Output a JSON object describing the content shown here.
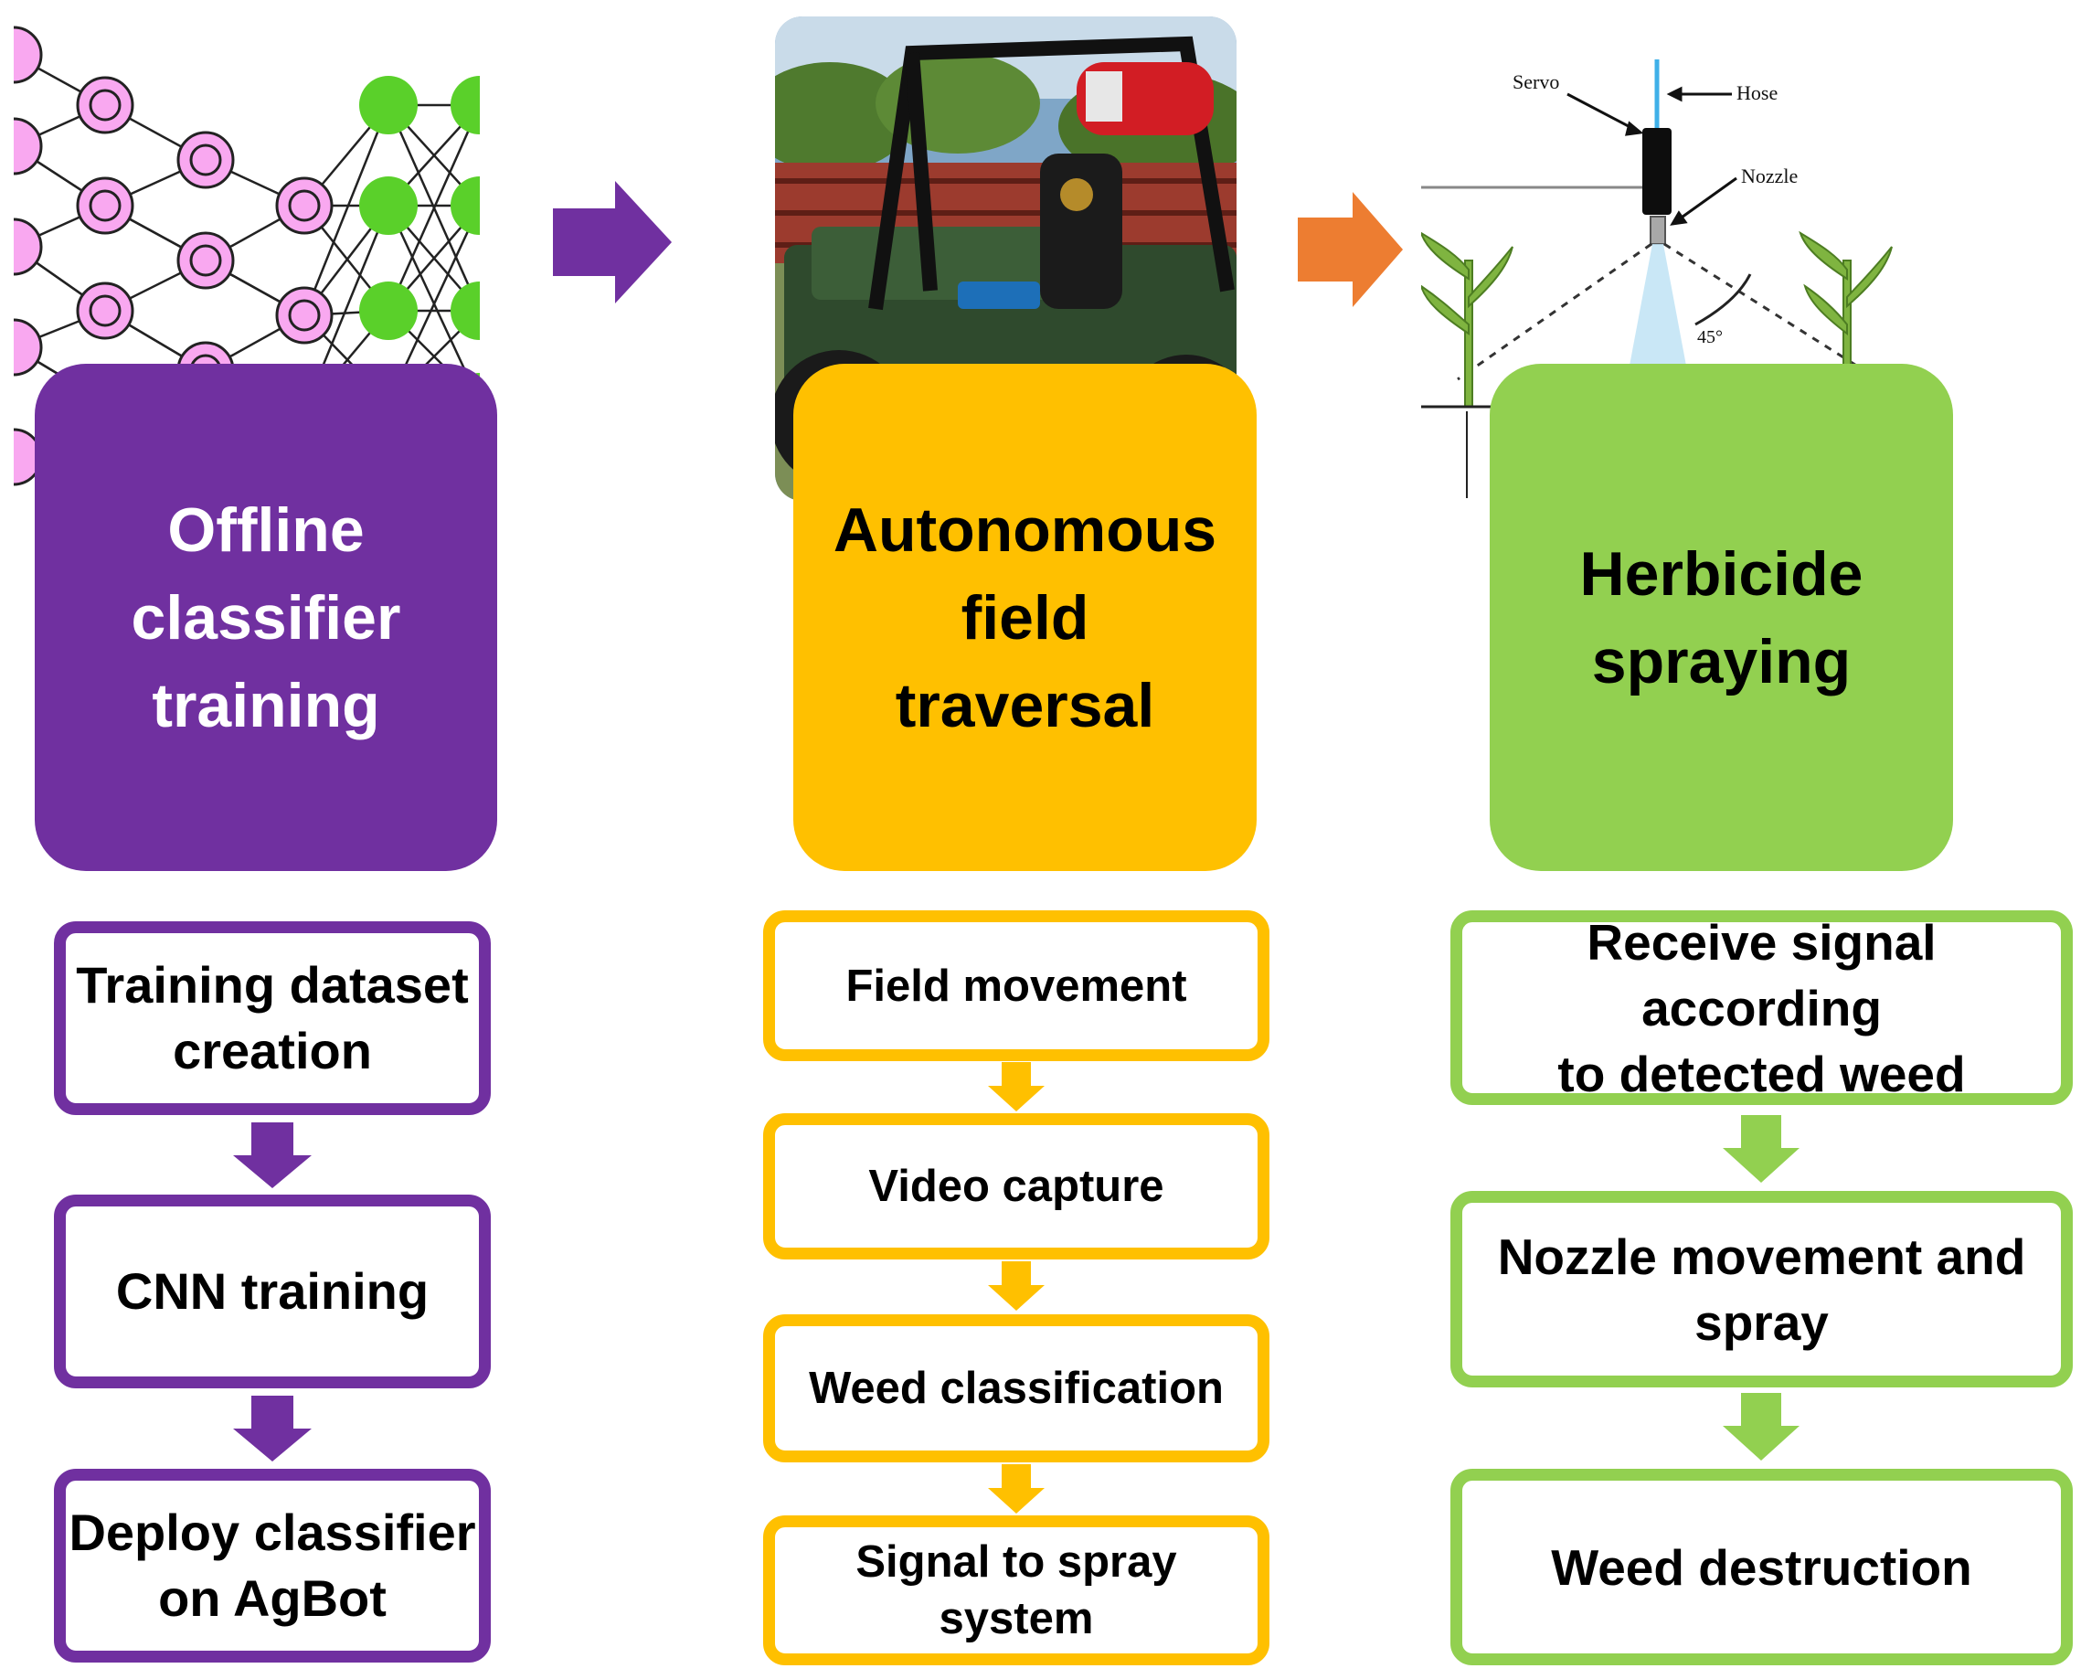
{
  "colors": {
    "purple": "#7030a0",
    "yellow": "#ffc000",
    "green": "#92d050",
    "orange": "#ed7d31"
  },
  "columns": [
    {
      "header_lines": [
        "Offline",
        "classifier",
        "training"
      ],
      "steps": [
        {
          "lines": [
            "Training dataset",
            "creation"
          ]
        },
        {
          "lines": [
            "CNN training"
          ]
        },
        {
          "lines": [
            "Deploy classifier",
            "on AgBot"
          ]
        }
      ]
    },
    {
      "header_lines": [
        "Autonomous",
        "field",
        "traversal"
      ],
      "steps": [
        {
          "lines": [
            "Field movement"
          ]
        },
        {
          "lines": [
            "Video capture"
          ]
        },
        {
          "lines": [
            "Weed classification"
          ]
        },
        {
          "lines": [
            "Signal to spray system"
          ]
        }
      ]
    },
    {
      "header_lines": [
        "Herbicide",
        "spraying"
      ],
      "steps": [
        {
          "lines": [
            "Receive signal according",
            "to detected weed"
          ]
        },
        {
          "lines": [
            "Nozzle movement and",
            "spray"
          ]
        },
        {
          "lines": [
            "Weed destruction"
          ]
        }
      ]
    }
  ],
  "sprayer_diagram": {
    "labels": {
      "servo": "Servo",
      "hose": "Hose",
      "nozzle": "Nozzle",
      "angle": "45°"
    }
  },
  "icons": {
    "left_illustration": "neural-network-illustration",
    "middle_illustration": "utility-vehicle-photo",
    "right_illustration": "sprayer-nozzle-diagram"
  }
}
